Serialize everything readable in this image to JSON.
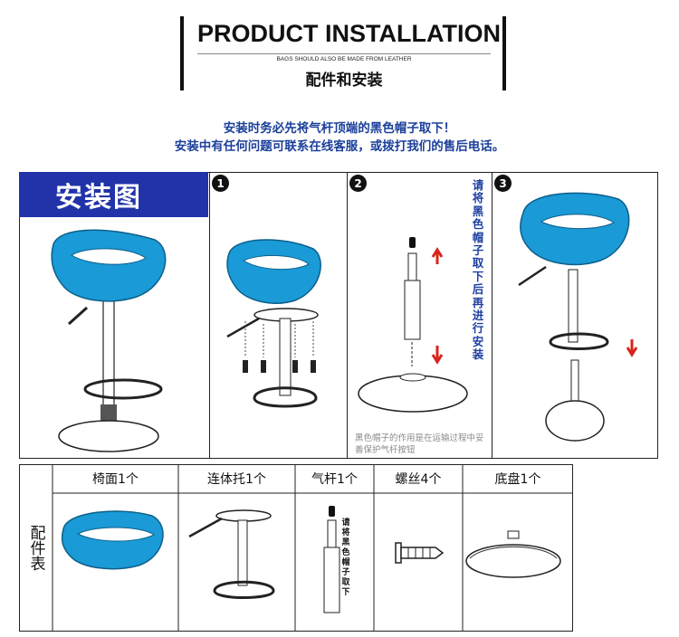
{
  "header": {
    "title": "PRODUCT INSTALLATION",
    "subtitle": "BAGS SHOULD ALSO BE MADE FROM LEATHER",
    "chinese_title": "配件和安装"
  },
  "notice": {
    "line1": "安装时务必先将气杆顶端的黑色帽子取下！",
    "line2": "安装中有任何问题可联系在线客服，或拨打我们的售后电话。"
  },
  "diagram": {
    "title": "安装图",
    "steps": [
      {
        "number": "1"
      },
      {
        "number": "2",
        "vertical_note": "请将黑色帽子取下后再进行安装",
        "cap_note": "黑色帽子的作用是在运输过程中妥善保护气杆按钮"
      },
      {
        "number": "3"
      }
    ]
  },
  "parts": {
    "side_label": "配件表",
    "items": [
      {
        "label": "椅面1个"
      },
      {
        "label": "连体托1个"
      },
      {
        "label": "气杆1个",
        "note": "请将黑色帽子取下"
      },
      {
        "label": "螺丝4个"
      },
      {
        "label": "底盘1个"
      }
    ]
  },
  "colors": {
    "seat_blue": "#1a9ad6",
    "title_block": "#2233a9",
    "notice_text": "#1b3f9a",
    "arrow_red": "#d9241c"
  }
}
